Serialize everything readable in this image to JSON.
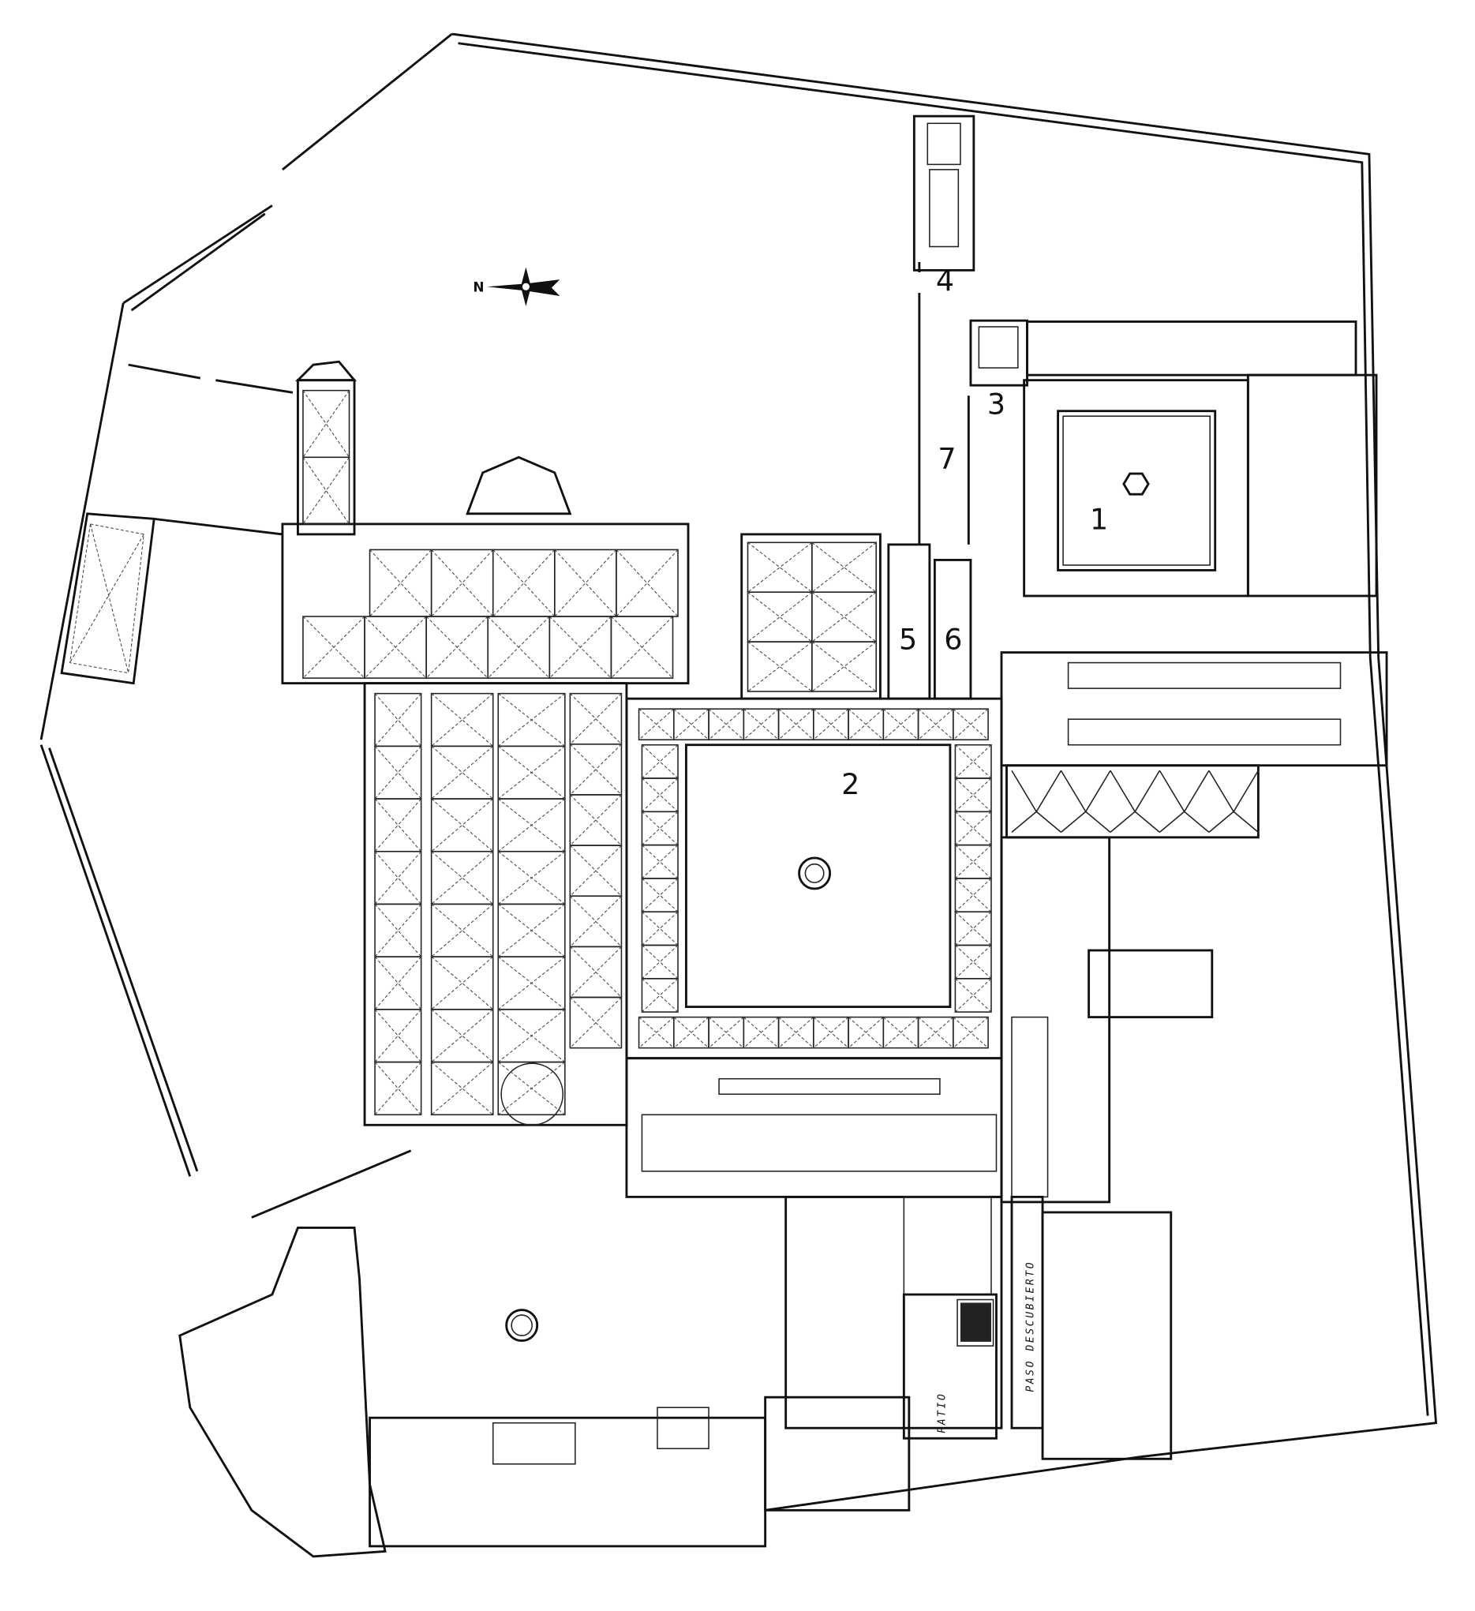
{
  "plan": {
    "compass": {
      "letter": "N"
    },
    "room_labels": [
      "1",
      "2",
      "3",
      "4",
      "5",
      "6",
      "7"
    ],
    "text_labels": {
      "patio": "PATIO",
      "paso": "PASO DESCUBIERTO"
    }
  }
}
